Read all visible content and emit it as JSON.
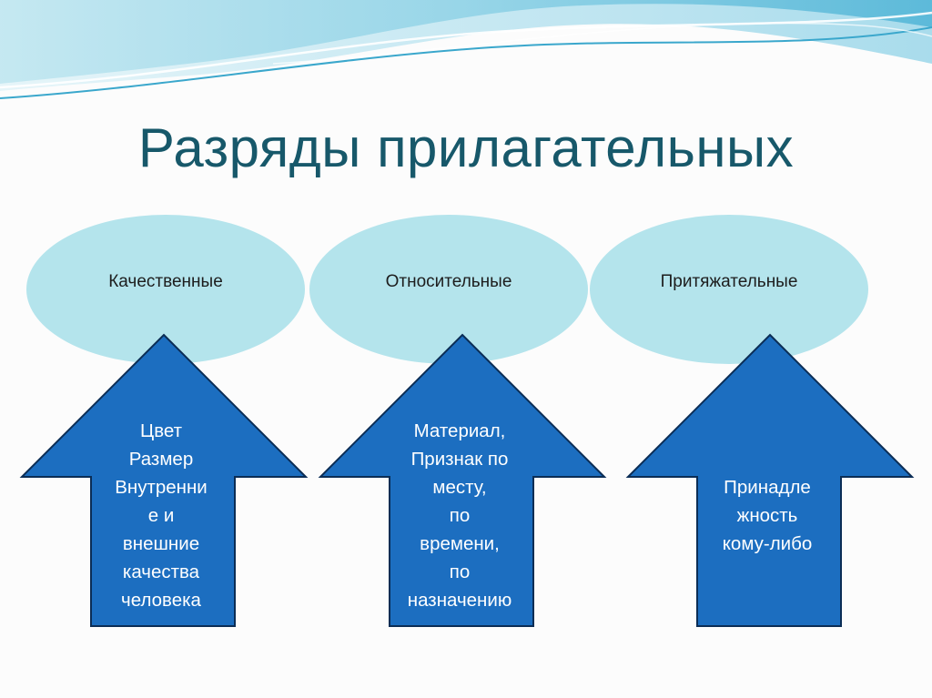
{
  "title": "Разряды прилагательных",
  "colors": {
    "title": "#17586a",
    "ellipse_fill": "#b4e4ec",
    "arrow_fill": "#1c6ec0",
    "arrow_stroke": "#0b2d55",
    "arrow_text": "#ffffff"
  },
  "categories": [
    {
      "label": "Качественные",
      "lines": [
        "Цвет",
        "Размер",
        "Внутренни",
        "е и",
        "внешние",
        "качества",
        "человека"
      ]
    },
    {
      "label": "Относительные",
      "lines": [
        "Материал,",
        "Признак по",
        "месту,",
        "по",
        "времени,",
        "по",
        "назначению"
      ]
    },
    {
      "label": "Притяжательные",
      "lines": [
        "Принадле",
        "жность",
        "кому-либо"
      ]
    }
  ]
}
